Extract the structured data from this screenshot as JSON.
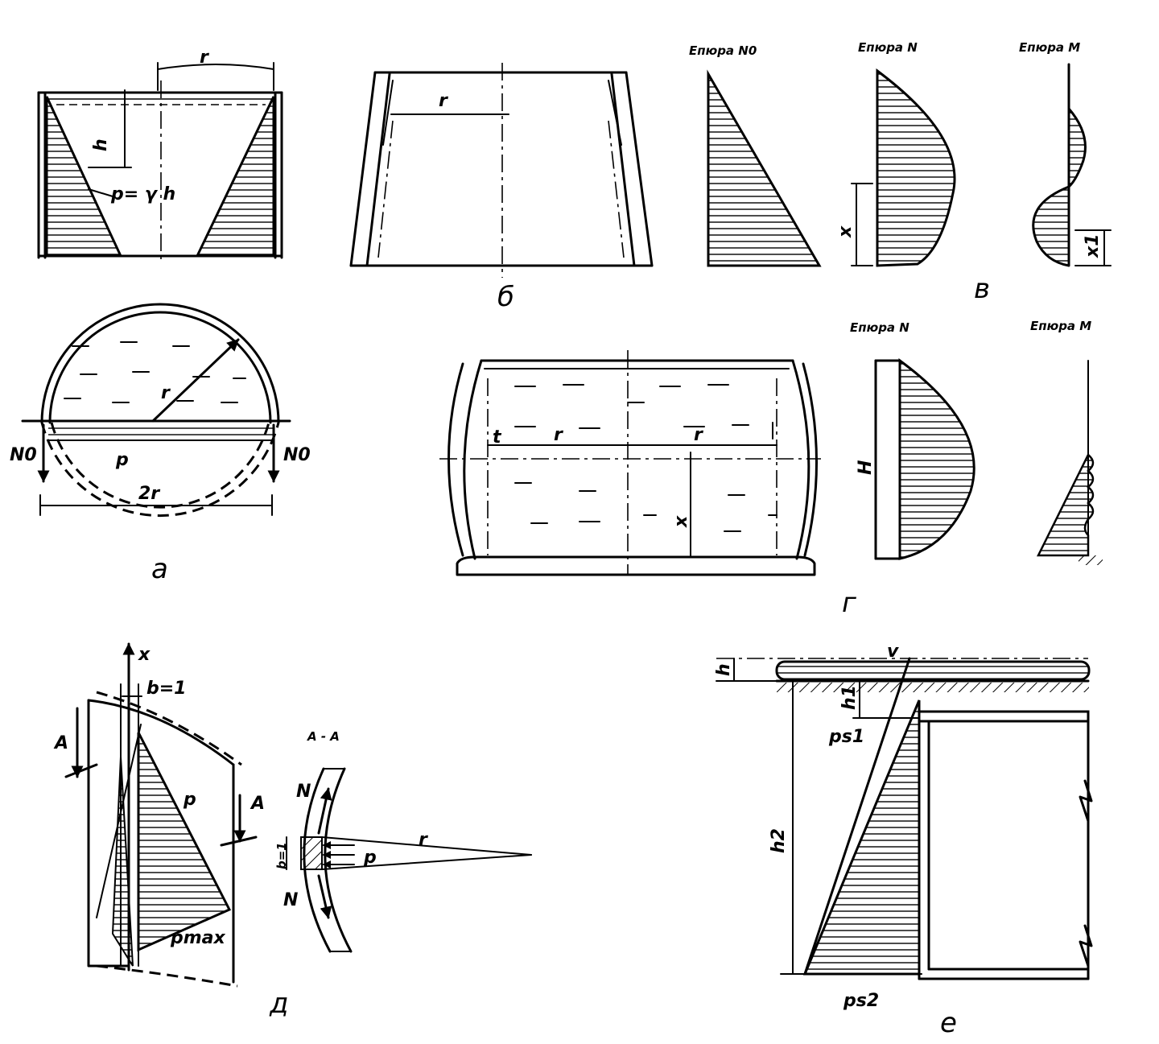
{
  "figure": {
    "panels": {
      "a": "a",
      "b": "б",
      "v": "в",
      "g": "г",
      "d": "д",
      "e": "е"
    },
    "labels": {
      "r": "r",
      "h": "h",
      "p_gamma_h": "p= γ h",
      "p": "p",
      "N0": "N0",
      "two_r": "2r",
      "x": "x",
      "x1": "x1",
      "H": "H",
      "b1": "b=1",
      "A": "A",
      "AA": "A - A",
      "N": "N",
      "pmax": "pmax",
      "v": "v",
      "h1": "h1",
      "h2": "h2",
      "ps1": "ps1",
      "ps2": "ps2"
    },
    "diagrams": {
      "N0": "Епюра N0",
      "N_top": "Епюра N",
      "M_top": "Епюра M",
      "N_bottom": "Епюра N",
      "M_bottom": "Епюра M"
    }
  }
}
